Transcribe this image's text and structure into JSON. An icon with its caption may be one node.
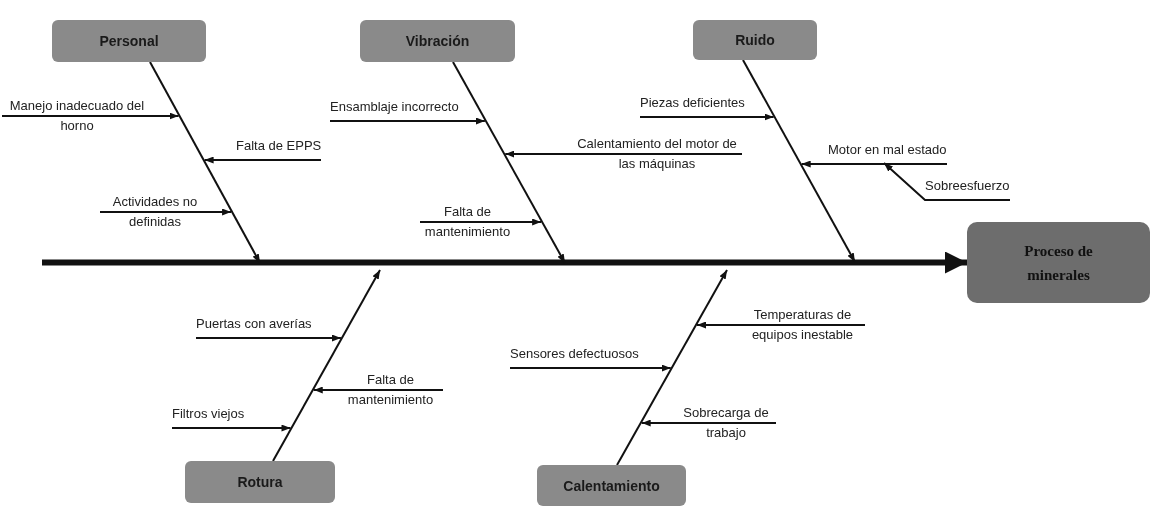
{
  "diagram": {
    "nodes": [
      {
        "text": [
          "Personal"
        ]
      },
      {
        "text": [
          "Vibración"
        ]
      },
      {
        "text": [
          "Ruido"
        ]
      },
      {
        "text": [
          "Manejo inadecuado del horno"
        ]
      },
      {
        "text": [
          "Falta de EPPS"
        ]
      },
      {
        "text": [
          "Actividades no definidas"
        ]
      },
      {
        "text": [
          "Ensamblaje incorrecto"
        ]
      },
      {
        "text": [
          "Calentamiento del motor de las máquinas"
        ]
      },
      {
        "text": [
          "Falta de mantenimiento"
        ]
      },
      {
        "text": [
          "Piezas deficientes"
        ]
      },
      {
        "text": [
          "Motor en mal estado"
        ]
      },
      {
        "text": [
          "Sobreesfuerzo"
        ]
      },
      {
        "text": [
          "Proceso de minerales"
        ]
      },
      {
        "text": [
          "Puertas con averías"
        ]
      },
      {
        "text": [
          "Falta de mantenimiento"
        ]
      },
      {
        "text": [
          "Filtros viejos"
        ]
      },
      {
        "text": [
          "Temperaturas de equipos inestable"
        ]
      },
      {
        "text": [
          "Sensores defectuosos"
        ]
      },
      {
        "text": [
          "Sobrecarga de trabajo"
        ]
      },
      {
        "text": [
          "Rotura"
        ]
      },
      {
        "text": [
          "Calentamiento"
        ]
      }
    ],
    "edges": [
      {
        "from": null,
        "to": 12,
        "arrow": "to",
        "style": "thick"
      },
      {
        "from": 0,
        "to": null,
        "arrow": "to"
      },
      {
        "from": 1,
        "to": null,
        "arrow": "to"
      },
      {
        "from": 2,
        "to": null,
        "arrow": "to"
      },
      {
        "from": 19,
        "to": null,
        "arrow": "to"
      },
      {
        "from": 20,
        "to": null,
        "arrow": "to"
      },
      {
        "from": 3,
        "to": null,
        "arrow": "to"
      },
      {
        "from": 4,
        "to": null,
        "arrow": "to"
      },
      {
        "from": 5,
        "to": null,
        "arrow": "to"
      },
      {
        "from": 6,
        "to": null,
        "arrow": "to"
      },
      {
        "from": 7,
        "to": null,
        "arrow": "to"
      },
      {
        "from": 8,
        "to": null,
        "arrow": "to"
      },
      {
        "from": 9,
        "to": null,
        "arrow": "to"
      },
      {
        "from": 10,
        "to": null,
        "arrow": "to"
      },
      {
        "from": 11,
        "to": 10,
        "arrow": "to"
      },
      {
        "from": 13,
        "to": null,
        "arrow": "to"
      },
      {
        "from": 14,
        "to": null,
        "arrow": "to"
      },
      {
        "from": 15,
        "to": null,
        "arrow": "to"
      },
      {
        "from": 16,
        "to": null,
        "arrow": "to"
      },
      {
        "from": 17,
        "to": null,
        "arrow": "to"
      },
      {
        "from": 18,
        "to": null,
        "arrow": "to"
      }
    ]
  }
}
